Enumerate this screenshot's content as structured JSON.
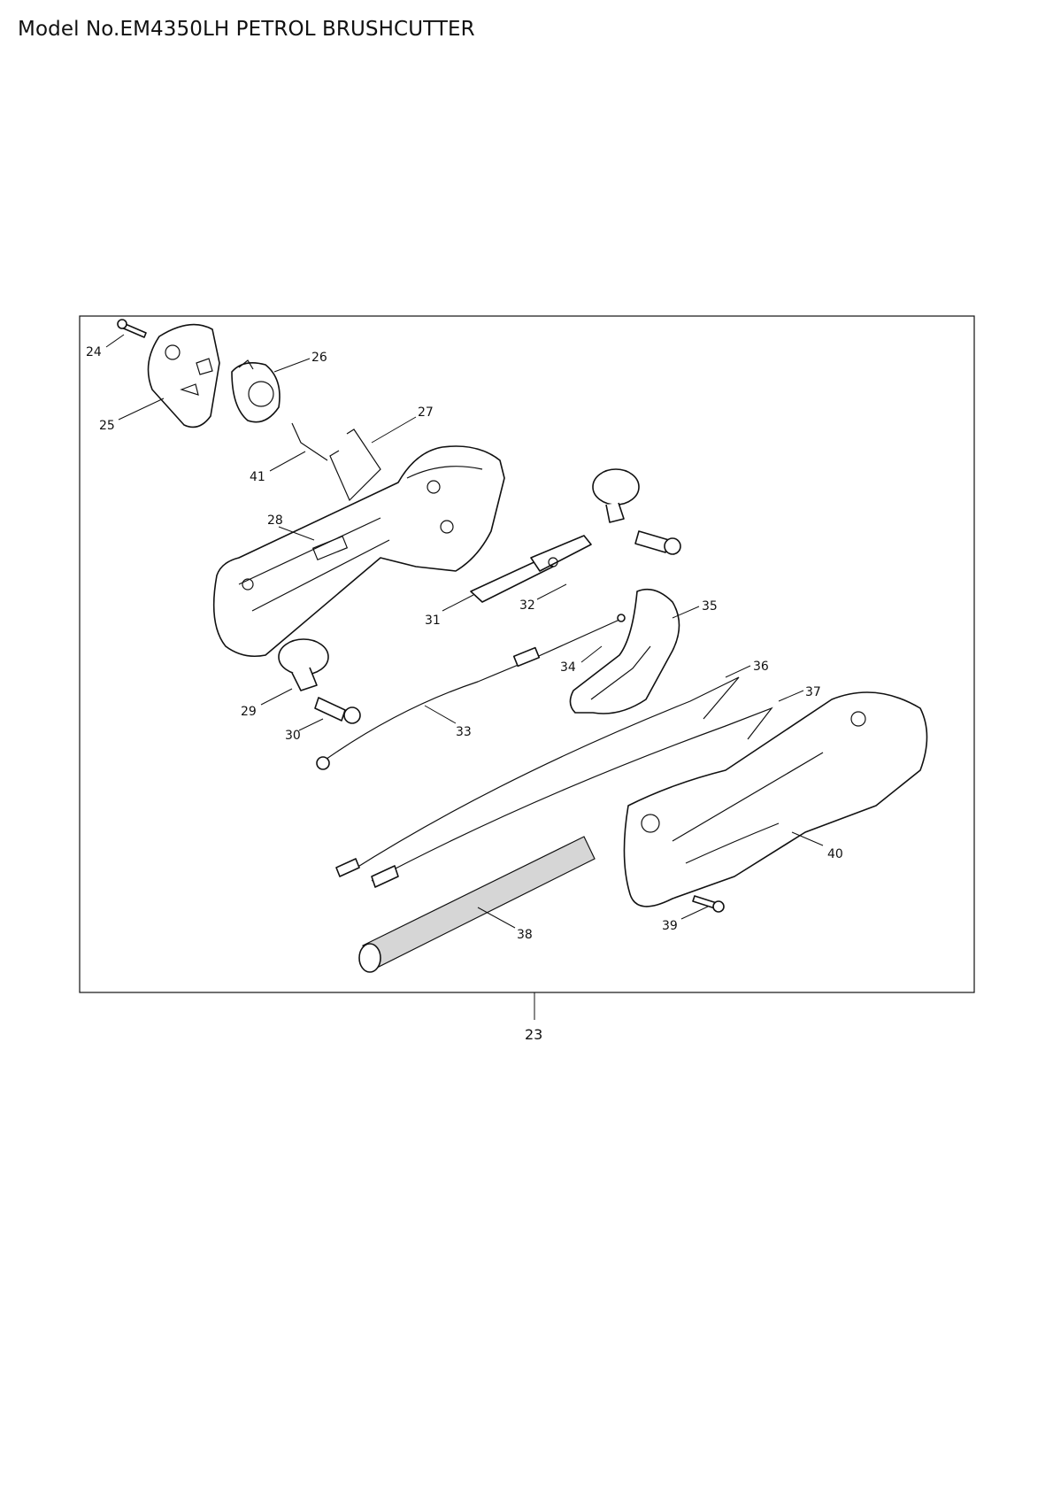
{
  "title": "Model No.EM4350LH PETROL BRUSHCUTTER",
  "assembly": {
    "number": "23"
  },
  "callouts": [
    "24",
    "25",
    "26",
    "27",
    "41",
    "28",
    "31",
    "32",
    "35",
    "34",
    "29",
    "30",
    "33",
    "36",
    "37",
    "40",
    "38",
    "39"
  ]
}
